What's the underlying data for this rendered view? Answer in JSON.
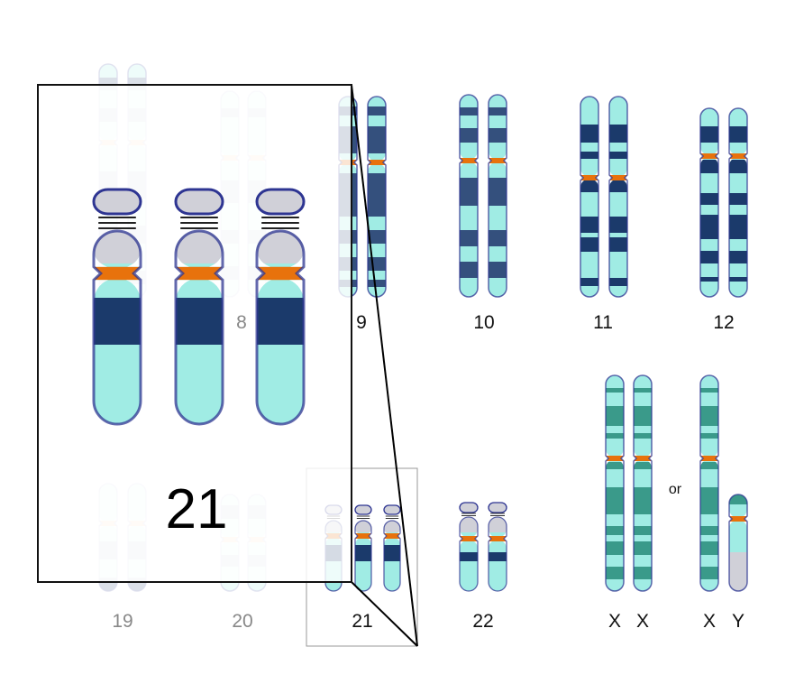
{
  "title": "Karyotype with trisomy 21",
  "labels": {
    "c8": "8",
    "c9": "9",
    "c10": "10",
    "c11": "11",
    "c12": "12",
    "c19": "19",
    "c20": "20",
    "c21": "21",
    "c22": "22",
    "x1": "X",
    "x2": "X",
    "x3": "X",
    "y": "Y",
    "or": "or",
    "inset": "21"
  },
  "colors": {
    "light": "#a0ece4",
    "dark": "#1b3a6b",
    "mid": "#34507d",
    "teal": "#3a9a8a",
    "centromere": "#e8720c",
    "grey": "#d0d0d8",
    "outline": "#2e3592"
  }
}
